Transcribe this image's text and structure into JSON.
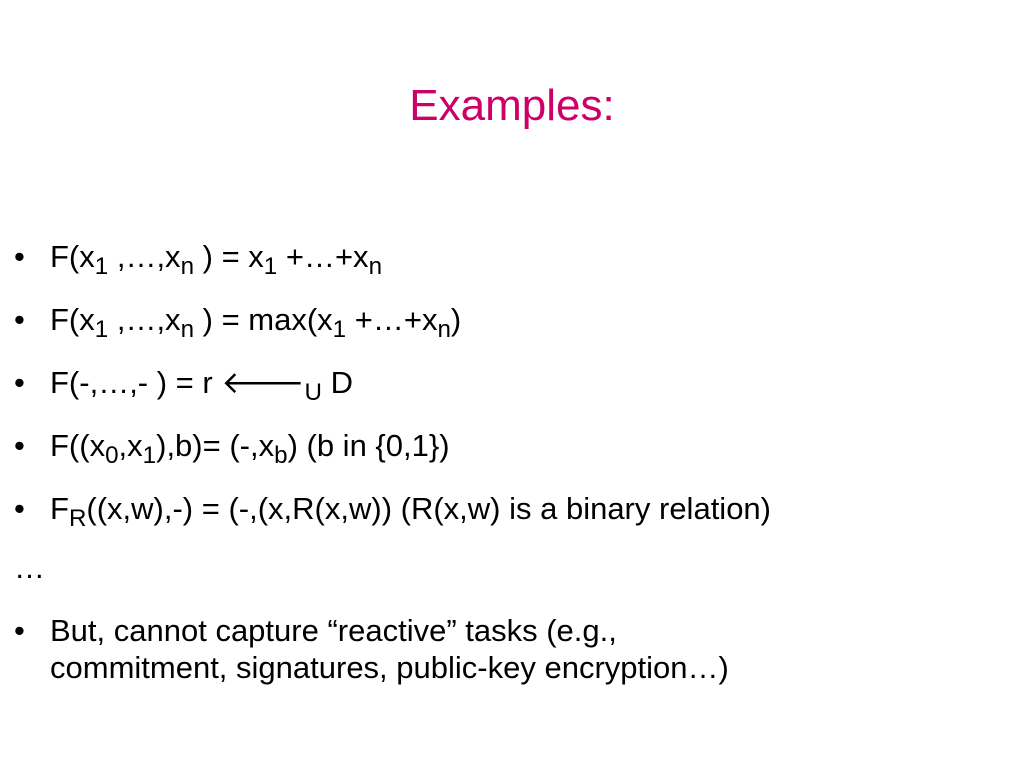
{
  "slide": {
    "title": "Examples:",
    "bullet_glyph": "•",
    "items": [
      {
        "parts": [
          "F(x",
          "1",
          " ,…,x",
          "n",
          " ) = x",
          "1",
          " +…+x",
          "n"
        ]
      },
      {
        "parts": [
          "F(x",
          "1",
          " ,…,x",
          "n",
          " ) = max(x",
          "1",
          " +…+x",
          "n",
          ")"
        ]
      },
      {
        "parts": [
          "F(-,…,- ) = r ",
          "🡐",
          "U",
          " D"
        ]
      },
      {
        "parts": [
          "F((x",
          "0",
          ",x",
          "1",
          "),b)= (-,x",
          "b",
          ")  (b in {0,1})"
        ]
      },
      {
        "parts": [
          "F",
          "R",
          "((x,w),-) = (-,(x,R(x,w))  (R(x,w) is a binary relation)"
        ]
      }
    ],
    "ellipsis": "…",
    "last_item": {
      "line1": "But, cannot capture “reactive” tasks (e.g.,",
      "line2": "commitment, signatures, public-key encryption…)"
    },
    "colors": {
      "title": "#cc0066",
      "text": "#000000",
      "background": "#ffffff"
    }
  }
}
